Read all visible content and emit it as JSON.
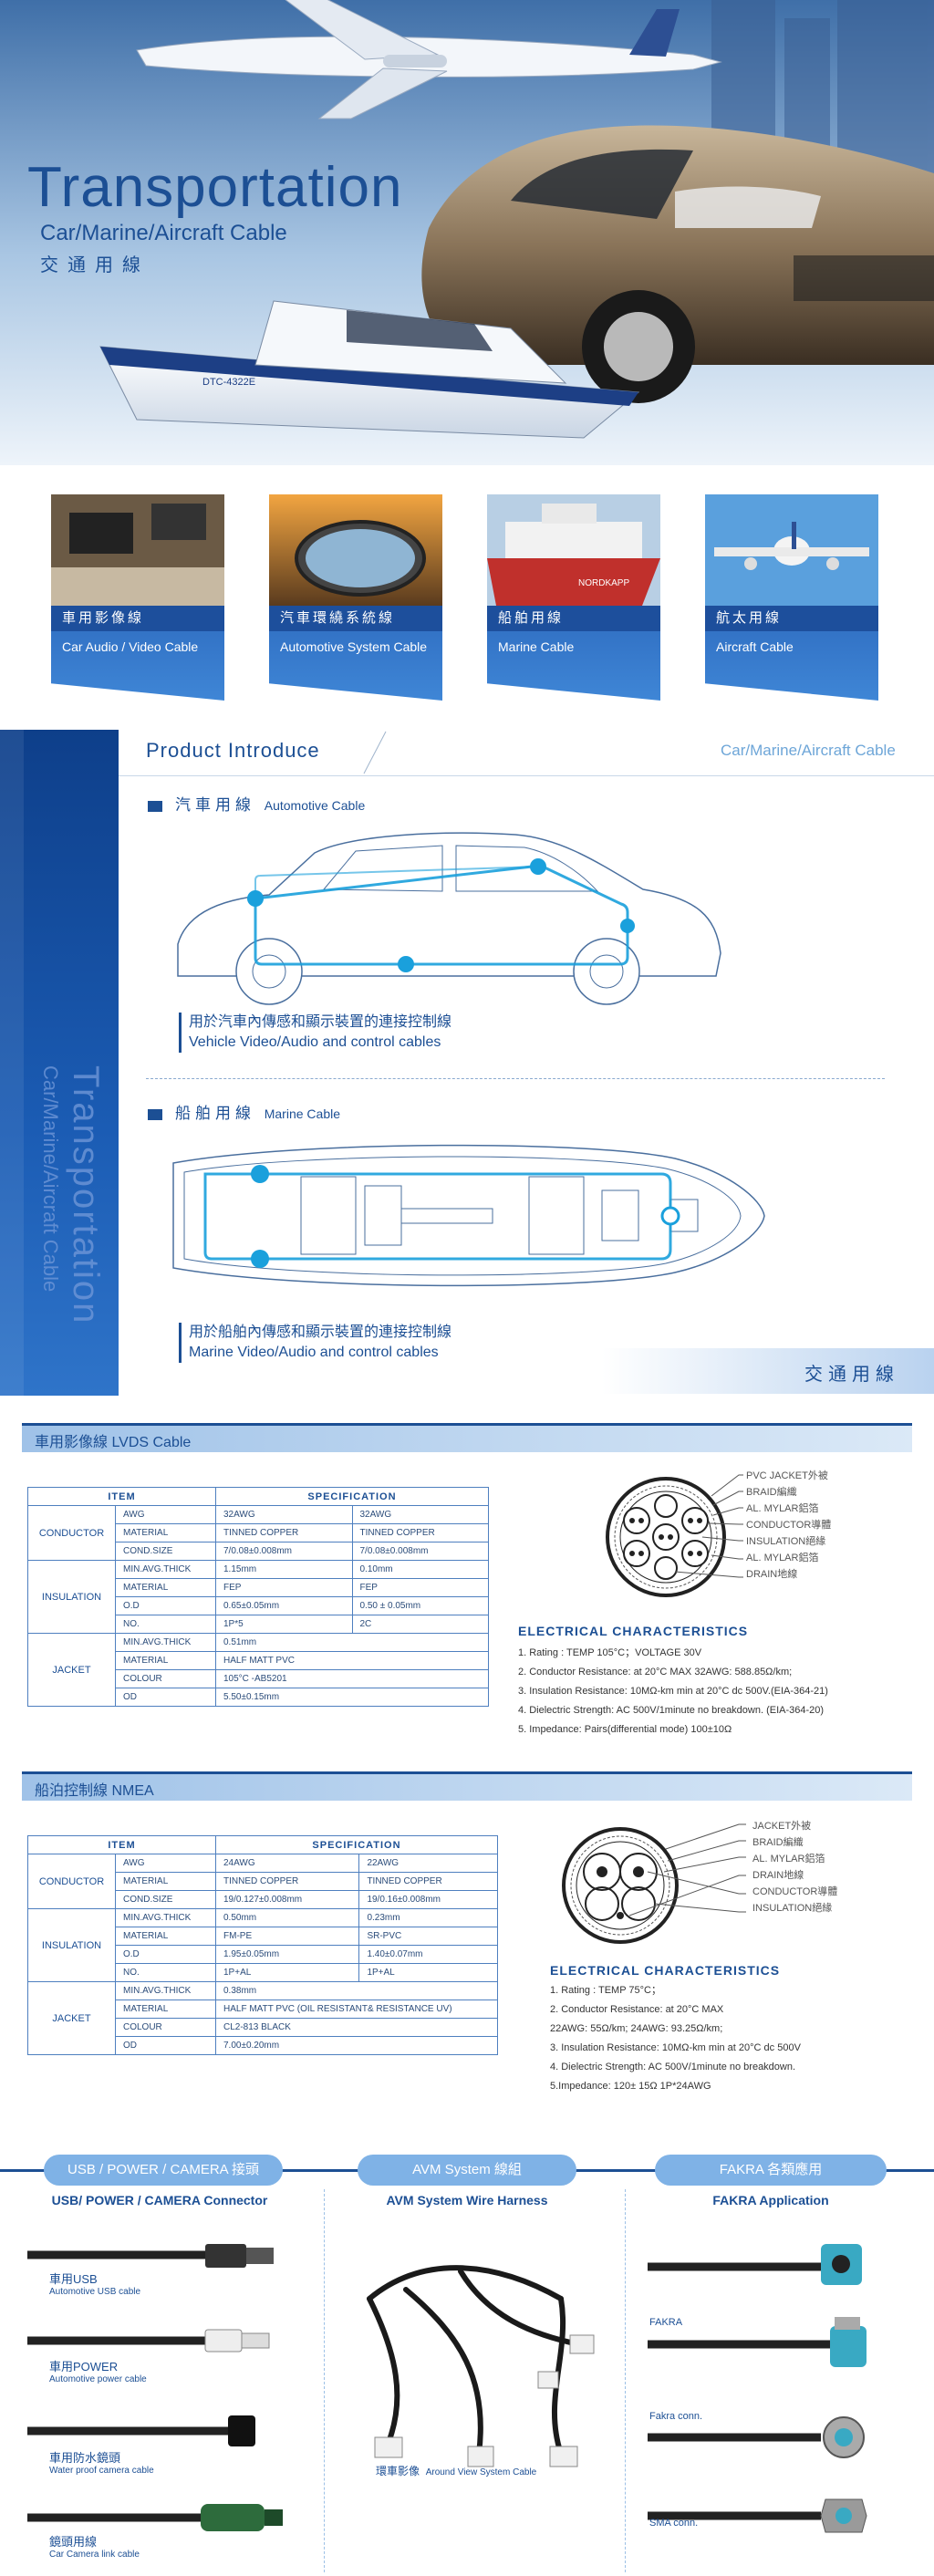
{
  "hero": {
    "title": "Transportation",
    "subtitle": "Car/Marine/Aircraft Cable",
    "subtitle_zh": "交通用線",
    "boat_label": "DTC-4322E"
  },
  "categories": [
    {
      "zh": "車用影像線",
      "en": "Car Audio / Video Cable"
    },
    {
      "zh": "汽車環繞系統線",
      "en": "Automotive System Cable"
    },
    {
      "zh": "船舶用線",
      "en": "Marine Cable",
      "ship_label": "NORDKAPP"
    },
    {
      "zh": "航太用線",
      "en": "Aircraft Cable"
    }
  ],
  "intro": {
    "heading": "Product  Introduce",
    "right_label": "Car/Marine/Aircraft Cable",
    "vertical_title": "Transportation",
    "vertical_sub": "Car/Marine/Aircraft Cable",
    "auto": {
      "label_zh": "汽車用線",
      "label_en": "Automotive Cable",
      "note_zh": "用於汽車內傳感和顯示裝置的連接控制線",
      "note_en": "Vehicle Video/Audio and control cables"
    },
    "marine": {
      "label_zh": "船舶用線",
      "label_en": "Marine Cable",
      "note_zh": "用於船舶內傳感和顯示裝置的連接控制線",
      "note_en": "Marine Video/Audio and control cables"
    },
    "bottom_text": "交通用線"
  },
  "lvds": {
    "band": "車用影像線   LVDS Cable",
    "headers": [
      "ITEM",
      "SPECIFICATION"
    ],
    "groups": [
      {
        "name": "CONDUCTOR",
        "rows": [
          [
            "AWG",
            "32AWG",
            "32AWG"
          ],
          [
            "MATERIAL",
            "TINNED  COPPER",
            "TINNED  COPPER"
          ],
          [
            "COND.SIZE",
            "7/0.08±0.008mm",
            "7/0.08±0.008mm"
          ]
        ]
      },
      {
        "name": "INSULATION",
        "rows": [
          [
            "MIN.AVG.THICK",
            "1.15mm",
            "0.10mm"
          ],
          [
            "MATERIAL",
            "FEP",
            "FEP"
          ],
          [
            "O.D",
            "0.65±0.05mm",
            "0.50 ± 0.05mm"
          ],
          [
            "NO.",
            "1P*5",
            "2C"
          ]
        ]
      },
      {
        "name": "JACKET",
        "rows": [
          [
            "MIN.AVG.THICK",
            "0.51mm",
            ""
          ],
          [
            "MATERIAL",
            "HALF MATT PVC",
            ""
          ],
          [
            "COLOUR",
            "105°C -AB5201",
            ""
          ],
          [
            "OD",
            "5.50±0.15mm",
            ""
          ]
        ]
      }
    ],
    "layers": [
      "PVC JACKET外被",
      "BRAID編織",
      "AL. MYLAR鋁箔",
      "CONDUCTOR導體",
      "INSULATION絕緣",
      "AL. MYLAR鋁箔",
      "DRAIN地線"
    ],
    "elec_head": "ELECTRICAL  CHARACTERISTICS",
    "elec": [
      "1. Rating : TEMP 105°C；VOLTAGE  30V",
      "2. Conductor Resistance: at 20°C MAX 32AWG: 588.85Ω/km;",
      "3. Insulation Resistance: 10MΩ-km min at 20°C dc 500V.(EIA-364-21)",
      "4. Dielectric Strength: AC 500V/1minute no breakdown. (EIA-364-20)",
      "5. Impedance: Pairs(differential mode) 100±10Ω"
    ]
  },
  "nmea": {
    "band": "船泊控制線  NMEA",
    "headers": [
      "ITEM",
      "SPECIFICATION"
    ],
    "groups": [
      {
        "name": "CONDUCTOR",
        "rows": [
          [
            "AWG",
            "24AWG",
            "22AWG"
          ],
          [
            "MATERIAL",
            "TINNED  COPPER",
            "TINNED  COPPER"
          ],
          [
            "COND.SIZE",
            "19/0.127±0.008mm",
            "19/0.16±0.008mm"
          ]
        ]
      },
      {
        "name": "INSULATION",
        "rows": [
          [
            "MIN.AVG.THICK",
            "0.50mm",
            "0.23mm"
          ],
          [
            "MATERIAL",
            "FM-PE",
            "SR-PVC"
          ],
          [
            "O.D",
            "1.95±0.05mm",
            "1.40±0.07mm"
          ],
          [
            "NO.",
            "1P+AL",
            "1P+AL"
          ]
        ]
      },
      {
        "name": "JACKET",
        "rows": [
          [
            "MIN.AVG.THICK",
            "0.38mm",
            ""
          ],
          [
            "MATERIAL",
            "HALF MATT PVC (OIL RESISTANT& RESISTANCE UV)",
            ""
          ],
          [
            "COLOUR",
            "CL2-813 BLACK",
            ""
          ],
          [
            "OD",
            "7.00±0.20mm",
            ""
          ]
        ]
      }
    ],
    "layers": [
      "JACKET外被",
      "BRAID編織",
      "AL. MYLAR鋁箔",
      "DRAIN地線",
      "CONDUCTOR導體",
      "INSULATION絕緣"
    ],
    "elec_head": "ELECTRICAL  CHARACTERISTICS",
    "elec": [
      "1. Rating : TEMP  75°C；",
      "2. Conductor  Resistance:  at 20°C MAX",
      "22AWG: 55Ω/km;  24AWG: 93.25Ω/km;",
      "3. Insulation Resistance: 10MΩ-km min at 20°C dc 500V",
      "4. Dielectric Strength:  AC 500V/1minute no breakdown.",
      "5.Impedance:  120± 15Ω   1P*24AWG"
    ]
  },
  "bottom": {
    "pills": [
      "USB / POWER / CAMERA 接頭",
      "AVM System 線組",
      "FAKRA 各類應用"
    ],
    "col_heads": [
      "USB/ POWER / CAMERA Connector",
      "AVM System Wire Harness",
      "FAKRA Application"
    ],
    "usb_items": [
      {
        "zh": "車用USB",
        "en": "Automotive USB cable"
      },
      {
        "zh": "車用POWER",
        "en": "Automotive power cable"
      },
      {
        "zh": "車用防水鏡頭",
        "en": "Water proof camera cable"
      },
      {
        "zh": "鏡頭用線",
        "en": "Car Camera link cable"
      }
    ],
    "avm_label_zh": "環車影像",
    "avm_label_en": "Around View System Cable",
    "fakra_items": [
      "FAKRA",
      "Fakra conn.",
      "SMA conn."
    ]
  },
  "colors": {
    "brand": "#1c4f94",
    "accent": "#3f86d6",
    "light": "#dbe9f7"
  }
}
